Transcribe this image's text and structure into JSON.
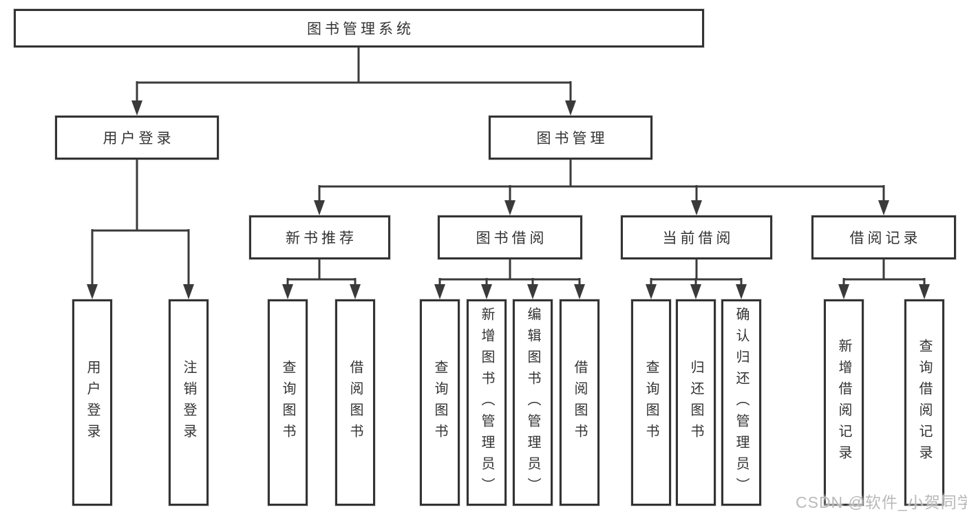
{
  "diagram": {
    "root": {
      "label": "图书管理系统"
    },
    "branches": [
      {
        "label": "用户登录",
        "children": [
          "用户登录",
          "注销登录"
        ]
      },
      {
        "label": "图书管理",
        "sections": [
          {
            "label": "新书推荐",
            "children": [
              "查询图书",
              "借阅图书"
            ]
          },
          {
            "label": "图书借阅",
            "children": [
              "查询图书",
              "新增图书（管理员）",
              "编辑图书（管理员）",
              "借阅图书"
            ]
          },
          {
            "label": "当前借阅",
            "children": [
              "查询图书",
              "归还图书",
              "确认归还（管理员）"
            ]
          },
          {
            "label": "借阅记录",
            "children": [
              "新增借阅记录",
              "查询借阅记录"
            ]
          }
        ]
      }
    ]
  },
  "watermark": "CSDN @软件_小贺同学",
  "colors": {
    "line": "#3a3a3a",
    "box_border": "#333333",
    "text": "#333333",
    "background": "#ffffff",
    "watermark": "#b9b9b9"
  }
}
